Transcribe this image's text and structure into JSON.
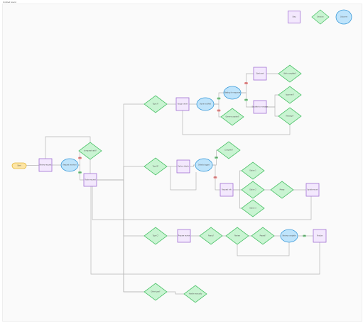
{
  "window": {
    "tab_title": "Untitled board"
  },
  "colors": {
    "process_fill": "#f3e8fd",
    "process_stroke": "#a06fd4",
    "decision_fill": "#c9f4d2",
    "decision_stroke": "#4ec26a",
    "event_fill": "#bfe4fb",
    "event_stroke": "#3a9ad9",
    "terminal_fill": "#fde5a4",
    "terminal_stroke": "#e3b73a",
    "edge": "#b5b5b5",
    "yes_badge": "#7fd98f",
    "no_badge": "#f08a8a"
  },
  "legend": [
    {
      "shape": "process",
      "label": "Step"
    },
    {
      "shape": "decision",
      "label": "Decision"
    },
    {
      "shape": "event",
      "label": "Outcome"
    }
  ],
  "nodes": [
    {
      "id": "start",
      "shape": "terminal",
      "label": "Start"
    },
    {
      "id": "p1",
      "shape": "process",
      "label": "Review request"
    },
    {
      "id": "e1",
      "shape": "event",
      "label": "Request received"
    },
    {
      "id": "d1",
      "shape": "decision",
      "label": "Is request valid?"
    },
    {
      "id": "p2",
      "shape": "process",
      "label": "Route request"
    },
    {
      "id": "d2",
      "shape": "decision",
      "label": "Type A?"
    },
    {
      "id": "p3",
      "shape": "process",
      "label": "Assign owner"
    },
    {
      "id": "e2",
      "shape": "event",
      "label": "Owner notified"
    },
    {
      "id": "e3",
      "shape": "event",
      "label": "Waiting for response"
    },
    {
      "id": "d3",
      "shape": "decision",
      "label": "Owner accepted?"
    },
    {
      "id": "p4",
      "shape": "process",
      "label": "Start work"
    },
    {
      "id": "d4",
      "shape": "decision",
      "label": "Work complete?"
    },
    {
      "id": "p5",
      "shape": "process",
      "label": "Escalate to manager"
    },
    {
      "id": "d5",
      "shape": "decision",
      "label": "Approved?"
    },
    {
      "id": "d6",
      "shape": "decision",
      "label": "Reassign?"
    },
    {
      "id": "d7",
      "shape": "decision",
      "label": "Type B?"
    },
    {
      "id": "p6",
      "shape": "process",
      "label": "Gather details"
    },
    {
      "id": "e4",
      "shape": "event",
      "label": "Details logged"
    },
    {
      "id": "d8",
      "shape": "decision",
      "label": "Complete?"
    },
    {
      "id": "p7",
      "shape": "process",
      "label": "Request info"
    },
    {
      "id": "d9",
      "shape": "decision",
      "label": "Option 1"
    },
    {
      "id": "d10",
      "shape": "decision",
      "label": "Option 2"
    },
    {
      "id": "d11",
      "shape": "decision",
      "label": "Option 3"
    },
    {
      "id": "d12",
      "shape": "decision",
      "label": "Merge"
    },
    {
      "id": "p8",
      "shape": "process",
      "label": "Update record"
    },
    {
      "id": "d13",
      "shape": "decision",
      "label": "Type C?"
    },
    {
      "id": "p9",
      "shape": "process",
      "label": "Prepare review"
    },
    {
      "id": "d14",
      "shape": "decision",
      "label": "Ready?"
    },
    {
      "id": "d15",
      "shape": "decision",
      "label": "Review"
    },
    {
      "id": "d16",
      "shape": "decision",
      "label": "Passed?"
    },
    {
      "id": "e5",
      "shape": "event",
      "label": "Review complete"
    },
    {
      "id": "p10",
      "shape": "process",
      "label": "Finalize"
    },
    {
      "id": "d17",
      "shape": "decision",
      "label": "Other type?"
    },
    {
      "id": "d18",
      "shape": "decision",
      "label": "Handle manually"
    }
  ],
  "edges": [
    {
      "from": "start",
      "to": "p1"
    },
    {
      "from": "p1",
      "to": "e1"
    },
    {
      "from": "e1",
      "to": "d1",
      "label": "no"
    },
    {
      "from": "e1",
      "to": "p2",
      "label": "yes"
    },
    {
      "from": "p2",
      "to": "d2"
    },
    {
      "from": "p2",
      "to": "d7"
    },
    {
      "from": "p2",
      "to": "d13"
    },
    {
      "from": "p2",
      "to": "d17"
    },
    {
      "from": "d2",
      "to": "p3"
    },
    {
      "from": "p3",
      "to": "e2"
    },
    {
      "from": "e2",
      "to": "e3",
      "label": "yes"
    },
    {
      "from": "e2",
      "to": "d3",
      "label": "no"
    },
    {
      "from": "e3",
      "to": "p4",
      "label": "no"
    },
    {
      "from": "e3",
      "to": "p5",
      "label": "yes"
    },
    {
      "from": "p4",
      "to": "d4"
    },
    {
      "from": "p5",
      "to": "d5"
    },
    {
      "from": "p5",
      "to": "d6"
    },
    {
      "from": "d7",
      "to": "p6"
    },
    {
      "from": "p6",
      "to": "e4"
    },
    {
      "from": "e4",
      "to": "d8",
      "label": "yes"
    },
    {
      "from": "e4",
      "to": "p7",
      "label": "no"
    },
    {
      "from": "p7",
      "to": "d9"
    },
    {
      "from": "p7",
      "to": "d10"
    },
    {
      "from": "p7",
      "to": "d11"
    },
    {
      "from": "d10",
      "to": "d12"
    },
    {
      "from": "d12",
      "to": "p8"
    },
    {
      "from": "d13",
      "to": "p9"
    },
    {
      "from": "p9",
      "to": "d14"
    },
    {
      "from": "d14",
      "to": "d15"
    },
    {
      "from": "d15",
      "to": "d16"
    },
    {
      "from": "d16",
      "to": "e5"
    },
    {
      "from": "e5",
      "to": "p10",
      "label": "yes"
    },
    {
      "from": "d17",
      "to": "d18"
    }
  ]
}
